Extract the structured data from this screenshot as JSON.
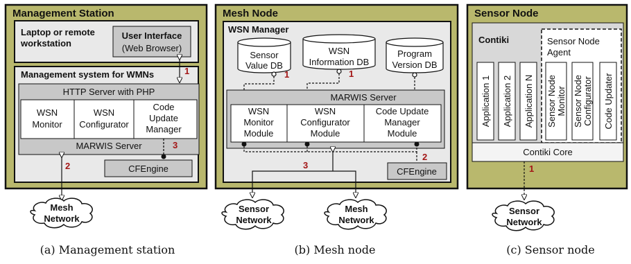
{
  "panels": {
    "management": {
      "title": "Management Station",
      "laptop_line1": "Laptop or remote",
      "laptop_line2": "workstation",
      "ui_line1": "User Interface",
      "ui_line2": "(Web Browser)",
      "system_title": "Management system for WMNs",
      "http_server": "HTTP Server with PHP",
      "wsn_monitor_1": "WSN",
      "wsn_monitor_2": "Monitor",
      "wsn_config_1": "WSN",
      "wsn_config_2": "Configurator",
      "code_update_1": "Code",
      "code_update_2": "Update",
      "code_update_3": "Manager",
      "marwis_server": "MARWIS Server",
      "cfengine": "CFEngine",
      "mesh_cloud_1": "Mesh",
      "mesh_cloud_2": "Network",
      "num1": "1",
      "num2": "2",
      "num3": "3",
      "caption": "(a) Management station"
    },
    "mesh": {
      "title": "Mesh Node",
      "wsn_manager": "WSN Manager",
      "db1_1": "Sensor",
      "db1_2": "Value DB",
      "db2_1": "WSN",
      "db2_2": "Information DB",
      "db3_1": "Program",
      "db3_2": "Version DB",
      "marwis_server": "MARWIS Server",
      "mod1_1": "WSN",
      "mod1_2": "Monitor",
      "mod1_3": "Module",
      "mod2_1": "WSN",
      "mod2_2": "Configurator",
      "mod2_3": "Module",
      "mod3_1": "Code Update",
      "mod3_2": "Manager",
      "mod3_3": "Module",
      "cfengine": "CFEngine",
      "sensor_cloud_1": "Sensor",
      "sensor_cloud_2": "Network",
      "mesh_cloud_1": "Mesh",
      "mesh_cloud_2": "Network",
      "num1a": "1",
      "num1b": "1",
      "num2": "2",
      "num3": "3",
      "caption": "(b) Mesh node"
    },
    "sensor": {
      "title": "Sensor Node",
      "contiki": "Contiki",
      "agent_1": "Sensor Node",
      "agent_2": "Agent",
      "app1": "Application 1",
      "app2": "Application 2",
      "appn": "Application N",
      "sn_monitor_1": "Sensor Node",
      "sn_monitor_2": "Monitor",
      "sn_config_1": "Sensor Node",
      "sn_config_2": "Configurator",
      "code_updater": "Code Updater",
      "contiki_core": "Contiki Core",
      "sensor_cloud_1": "Sensor",
      "sensor_cloud_2": "Network",
      "num1": "1",
      "caption": "(c) Sensor node"
    }
  },
  "colors": {
    "panel_fill": "#b9b86d",
    "inner_fill": "#e9e9e9",
    "box_fill": "#c8c8c8",
    "white": "#ffffff",
    "number_red": "#a31616"
  }
}
